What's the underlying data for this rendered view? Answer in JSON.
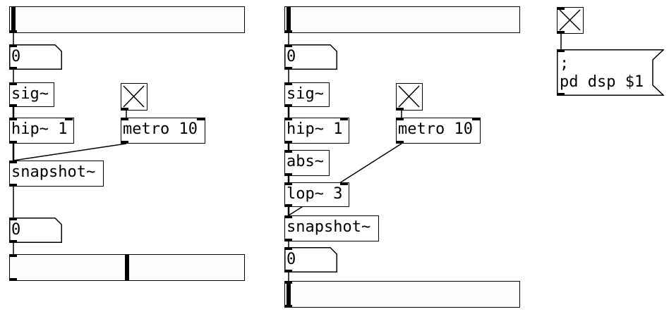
{
  "colors": {
    "line": "#000000",
    "slider_bg": "#fcfcfc",
    "canvas_bg": "#ffffff"
  },
  "patch": {
    "left": {
      "number_in": "0",
      "sig": "sig~",
      "hip": "hip~ 1",
      "metro": "metro 10",
      "snapshot": "snapshot~",
      "number_out": "0",
      "slider_out_level": 0.5
    },
    "right": {
      "number_in": "0",
      "sig": "sig~",
      "hip": "hip~ 1",
      "metro": "metro 10",
      "abs": "abs~",
      "lop": "lop~ 3",
      "snapshot": "snapshot~",
      "number_out": "0",
      "slider_out_level": 0.0
    },
    "dsp": {
      "line1": ";",
      "line2": "pd dsp $1"
    }
  }
}
